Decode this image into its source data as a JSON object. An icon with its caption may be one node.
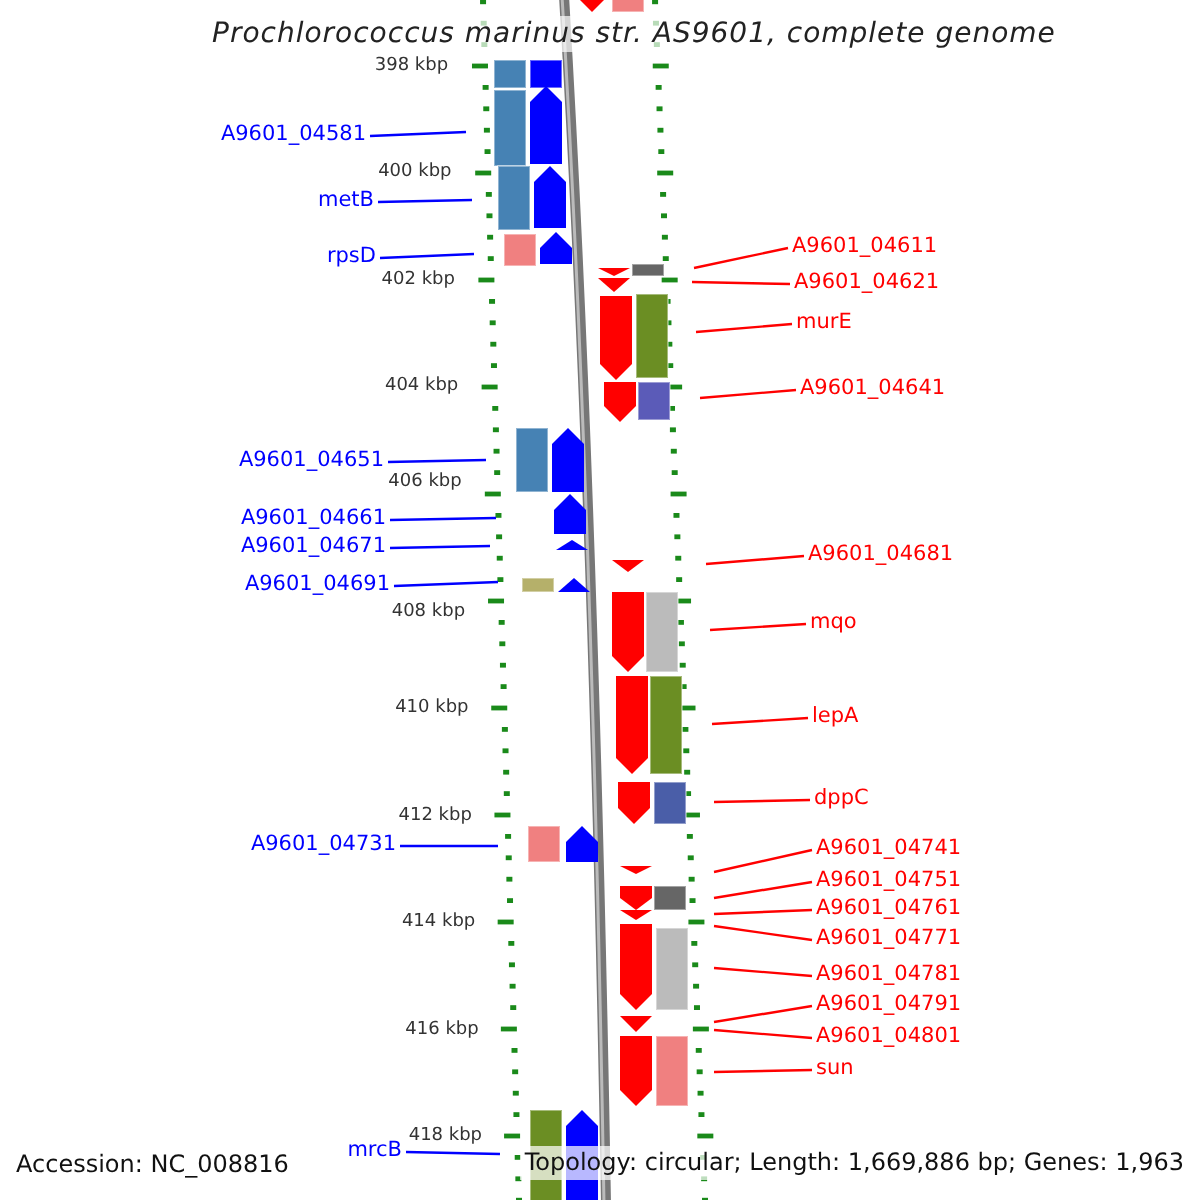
{
  "diagram": {
    "title": "Prochlorococcus marinus str. AS9601, complete genome",
    "nodes": [
      {
        "text": [
          "A9601_04581"
        ]
      },
      {
        "text": [
          "metB"
        ]
      },
      {
        "text": [
          "rpsD"
        ]
      },
      {
        "text": [
          "A9601_04611"
        ]
      },
      {
        "text": [
          "A9601_04621"
        ]
      },
      {
        "text": [
          "murE"
        ]
      },
      {
        "text": [
          "A9601_04641"
        ]
      },
      {
        "text": [
          "A9601_04651"
        ]
      },
      {
        "text": [
          "A9601_04661"
        ]
      },
      {
        "text": [
          "A9601_04671"
        ]
      },
      {
        "text": [
          "A9601_04681"
        ]
      },
      {
        "text": [
          "A9601_04691"
        ]
      },
      {
        "text": [
          "mqo"
        ]
      },
      {
        "text": [
          "lepA"
        ]
      },
      {
        "text": [
          "dppC"
        ]
      },
      {
        "text": [
          "A9601_04731"
        ]
      },
      {
        "text": [
          "A9601_04741"
        ]
      },
      {
        "text": [
          "A9601_04751"
        ]
      },
      {
        "text": [
          "A9601_04761"
        ]
      },
      {
        "text": [
          "A9601_04771"
        ]
      },
      {
        "text": [
          "A9601_04781"
        ]
      },
      {
        "text": [
          "A9601_04791"
        ]
      },
      {
        "text": [
          "A9601_04801"
        ]
      },
      {
        "text": [
          "sun"
        ]
      },
      {
        "text": [
          "mrcB"
        ]
      }
    ],
    "edges": [
      {
        "from": 0,
        "to": null,
        "arrow": "none",
        "color": "#0000ff"
      },
      {
        "from": 1,
        "to": null,
        "arrow": "none",
        "color": "#0000ff"
      },
      {
        "from": 2,
        "to": null,
        "arrow": "none",
        "color": "#0000ff"
      },
      {
        "from": 3,
        "to": null,
        "arrow": "none"
      },
      {
        "from": 4,
        "to": null,
        "arrow": "none"
      },
      {
        "from": 5,
        "to": null,
        "arrow": "none"
      },
      {
        "from": 6,
        "to": null,
        "arrow": "none"
      },
      {
        "from": 7,
        "to": null,
        "arrow": "none",
        "color": "#0000ff"
      },
      {
        "from": 8,
        "to": null,
        "arrow": "none",
        "color": "#0000ff"
      },
      {
        "from": 9,
        "to": null,
        "arrow": "none",
        "color": "#0000ff"
      },
      {
        "from": 10,
        "to": null,
        "arrow": "none"
      },
      {
        "from": 11,
        "to": null,
        "arrow": "none",
        "color": "#0000ff"
      },
      {
        "from": 12,
        "to": null,
        "arrow": "none"
      },
      {
        "from": 13,
        "to": null,
        "arrow": "none"
      },
      {
        "from": 14,
        "to": null,
        "arrow": "none"
      },
      {
        "from": 15,
        "to": null,
        "arrow": "none",
        "color": "#0000ff"
      },
      {
        "from": 16,
        "to": null,
        "arrow": "none"
      },
      {
        "from": 17,
        "to": null,
        "arrow": "none"
      },
      {
        "from": 18,
        "to": null,
        "arrow": "none"
      },
      {
        "from": 19,
        "to": null,
        "arrow": "none"
      },
      {
        "from": 20,
        "to": null,
        "arrow": "none"
      },
      {
        "from": 21,
        "to": null,
        "arrow": "none"
      },
      {
        "from": 22,
        "to": null,
        "arrow": "none"
      },
      {
        "from": 23,
        "to": null,
        "arrow": "none"
      },
      {
        "from": 24,
        "to": null,
        "arrow": "none",
        "color": "#0000ff"
      }
    ],
    "labels": [
      "398 kbp",
      "400 kbp",
      "402 kbp",
      "404 kbp",
      "406 kbp",
      "408 kbp",
      "410 kbp",
      "412 kbp",
      "414 kbp",
      "416 kbp",
      "418 kbp",
      "Accession: NC_008816",
      "Topology: circular; Length: 1,669,886 bp; Genes: 1,963"
    ]
  }
}
